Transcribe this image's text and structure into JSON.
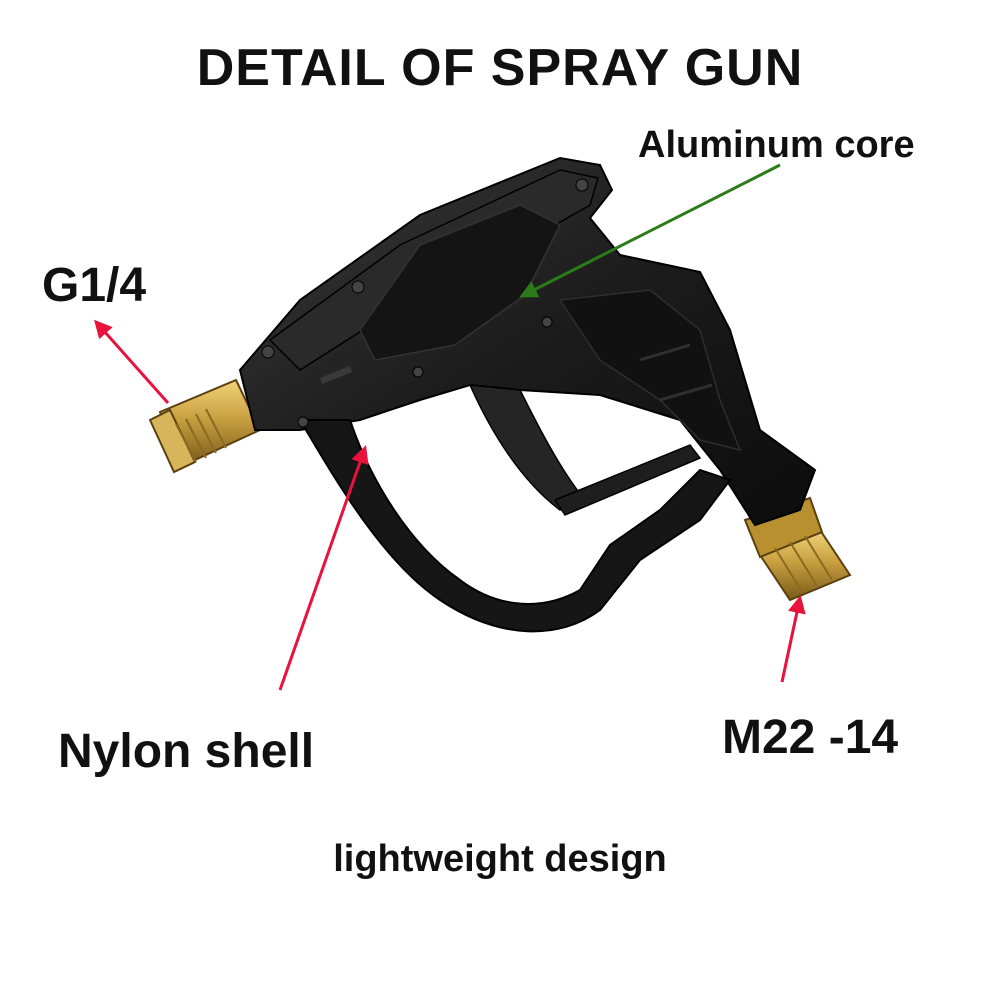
{
  "title": "DETAIL OF SPRAY GUN",
  "labels": {
    "aluminum_core": "Aluminum core",
    "inlet_thread": "G1/4",
    "nylon_shell": "Nylon shell",
    "outlet_thread": "M22 -14",
    "tagline": "lightweight design"
  },
  "colors": {
    "background": "#ffffff",
    "text": "#111111",
    "gun_body": "#1c1c1c",
    "brass_fitting": "#c9a040",
    "red_arrow": "#e8123c",
    "green_arrow": "#2d7a1a"
  }
}
